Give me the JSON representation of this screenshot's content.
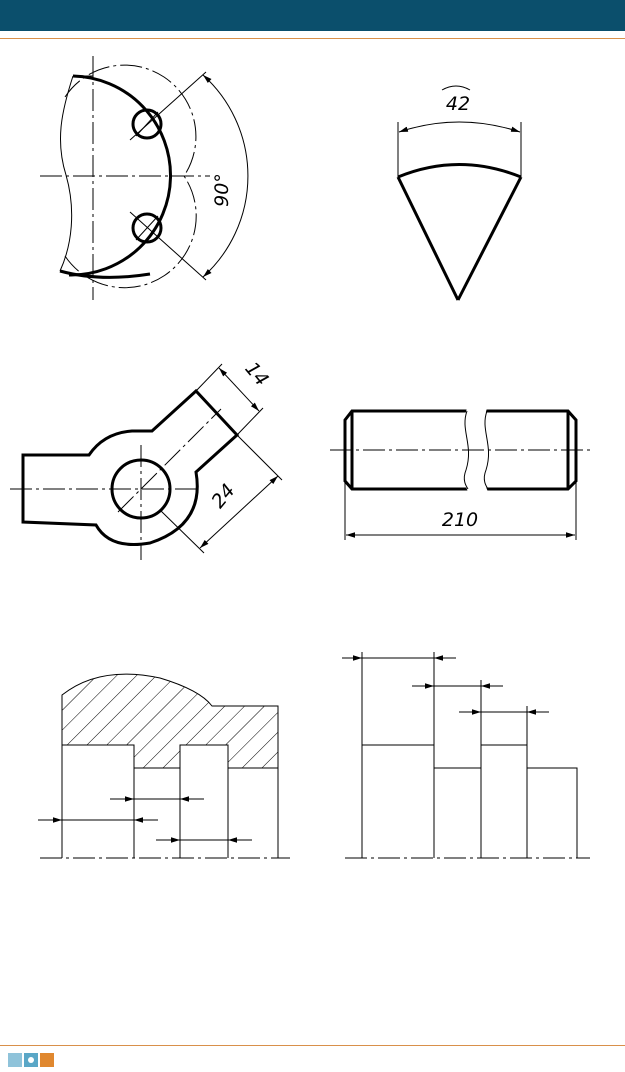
{
  "colors": {
    "header_bar": "#0b4f6c",
    "rule": "#d9904a",
    "logo_primary": "#5aa7c7",
    "logo_accent": "#e0882f"
  },
  "figures": {
    "arc_part": {
      "angle_label": "90°"
    },
    "sector": {
      "arc_label": "42"
    },
    "bracket": {
      "width_label": "14",
      "length_label": "24"
    },
    "shaft": {
      "length_label": "210"
    }
  }
}
